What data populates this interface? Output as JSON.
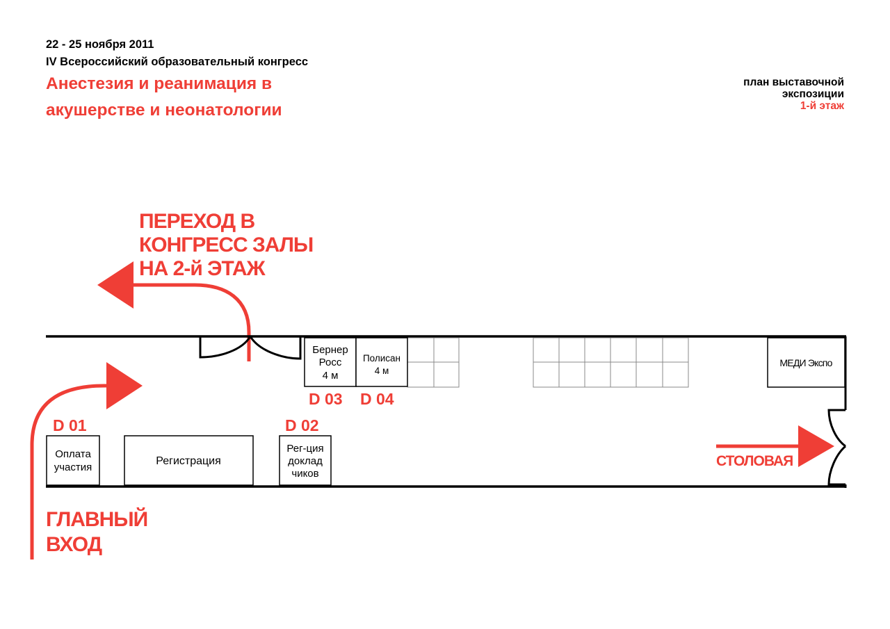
{
  "header": {
    "date": "22 - 25 ноября 2011",
    "congress": "IV Всероссийский образовательный конгресс",
    "title_line1": "Анестезия и реанимация в",
    "title_line2": "акушерстве и неонатологии"
  },
  "plan_label": {
    "line1": "план выставочной",
    "line2": "экспозиции",
    "floor": "1-й этаж"
  },
  "signs": {
    "transition_line1": "ПЕРЕХОД В",
    "transition_line2": "КОНГРЕСС ЗАЛЫ",
    "transition_line3": "НА 2-й ЭТАЖ",
    "main_entrance_line1": "ГЛАВНЫЙ",
    "main_entrance_line2": "ВХОД",
    "canteen": "СТОЛОВАЯ"
  },
  "stands": {
    "d01": {
      "code": "D 01",
      "label_line1": "Оплата",
      "label_line2": "участия"
    },
    "registration": {
      "label": "Регистрация"
    },
    "d02": {
      "code": "D 02",
      "label_line1": "Рег-ция",
      "label_line2": "доклад",
      "label_line3": "чиков"
    },
    "d03": {
      "code": "D 03",
      "label_line1": "Бернер",
      "label_line2": "Росс",
      "label_line3": "4 м"
    },
    "d04": {
      "code": "D 04",
      "label_line1": "Полисан",
      "label_line2": "4 м"
    },
    "medi": {
      "label": "МЕДИ Экспо"
    }
  },
  "colors": {
    "accent": "#ef3e36",
    "line": "#000000",
    "grid": "#888888"
  }
}
